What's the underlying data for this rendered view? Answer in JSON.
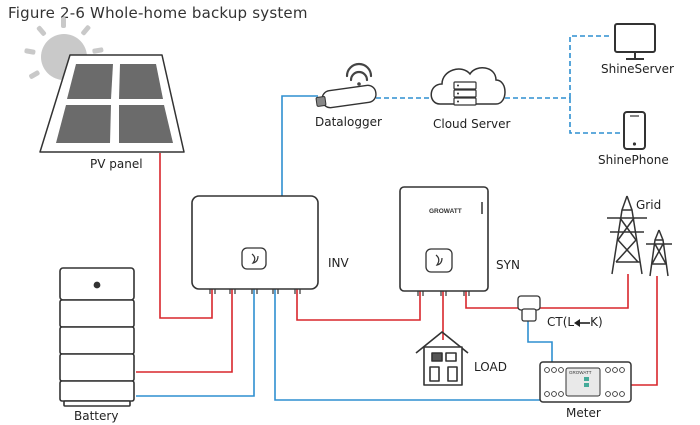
{
  "figure": {
    "title": "Figure 2-6 Whole-home backup system"
  },
  "labels": {
    "pv_panel": "PV panel",
    "datalogger": "Datalogger",
    "cloud_server": "Cloud Server",
    "shine_server": "ShineServer",
    "shine_phone": "ShinePhone",
    "inv": "INV",
    "syn": "SYN",
    "grid": "Grid",
    "ct": "CT(L",
    "ct_suffix": "K)",
    "load": "LOAD",
    "meter": "Meter",
    "battery": "Battery"
  },
  "device_text": {
    "syn_brand": "GROWATT",
    "meter_brand": "GROWATT"
  },
  "colors": {
    "power_line": "#d9262c",
    "comm_line": "#2f8fd0",
    "outline": "#333333",
    "panel_fill": "#6b6b6b",
    "sun": "#c9c9c9"
  }
}
